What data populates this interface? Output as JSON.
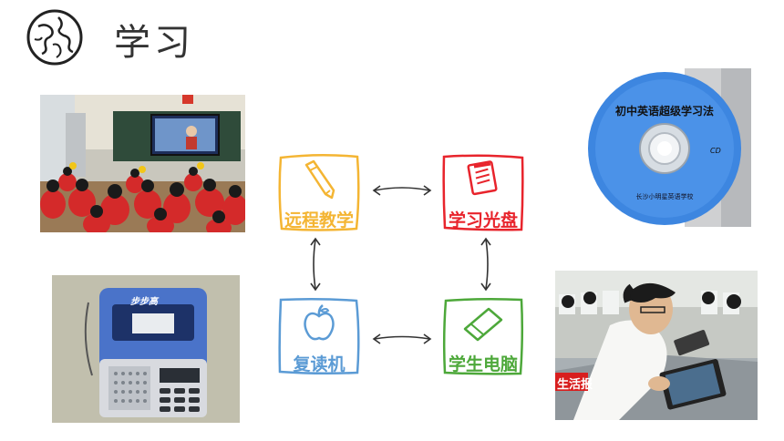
{
  "header": {
    "title": "学习"
  },
  "cards": {
    "remote": {
      "label": "远程教学",
      "color": "#f4b533"
    },
    "disc": {
      "label": "学习光盘",
      "color": "#e8242c"
    },
    "repeater": {
      "label": "复读机",
      "color": "#5b9bd5"
    },
    "computer": {
      "label": "学生电脑",
      "color": "#4da83a"
    }
  },
  "photos": {
    "cd": {
      "title_text": "初中英语超级学习法",
      "small_text": "CD",
      "bottom_text": "长沙小明星英语学校"
    },
    "repeater": {
      "brand_text": "步步高"
    },
    "students": {
      "watermark": "生活报"
    }
  }
}
